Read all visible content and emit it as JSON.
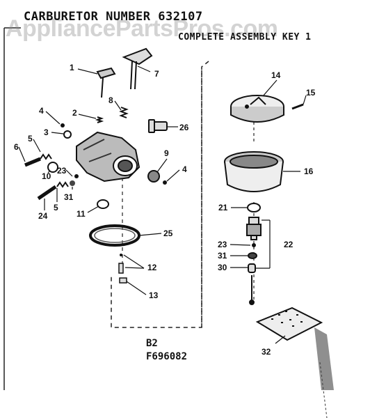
{
  "title": "CARBURETOR NUMBER 632107",
  "subtitle": "COMPLETE ASSEMBLY KEY 1",
  "watermark": "AppliancePartsPros.com",
  "codes": [
    "B2",
    "F696082"
  ],
  "callouts": [
    "1",
    "2",
    "3",
    "4",
    "5",
    "6",
    "7",
    "8",
    "9",
    "4",
    "10",
    "23",
    "26",
    "5",
    "31",
    "24",
    "11",
    "25",
    "12",
    "13",
    "14",
    "15",
    "16",
    "21",
    "22",
    "23",
    "31",
    "30",
    "32"
  ]
}
